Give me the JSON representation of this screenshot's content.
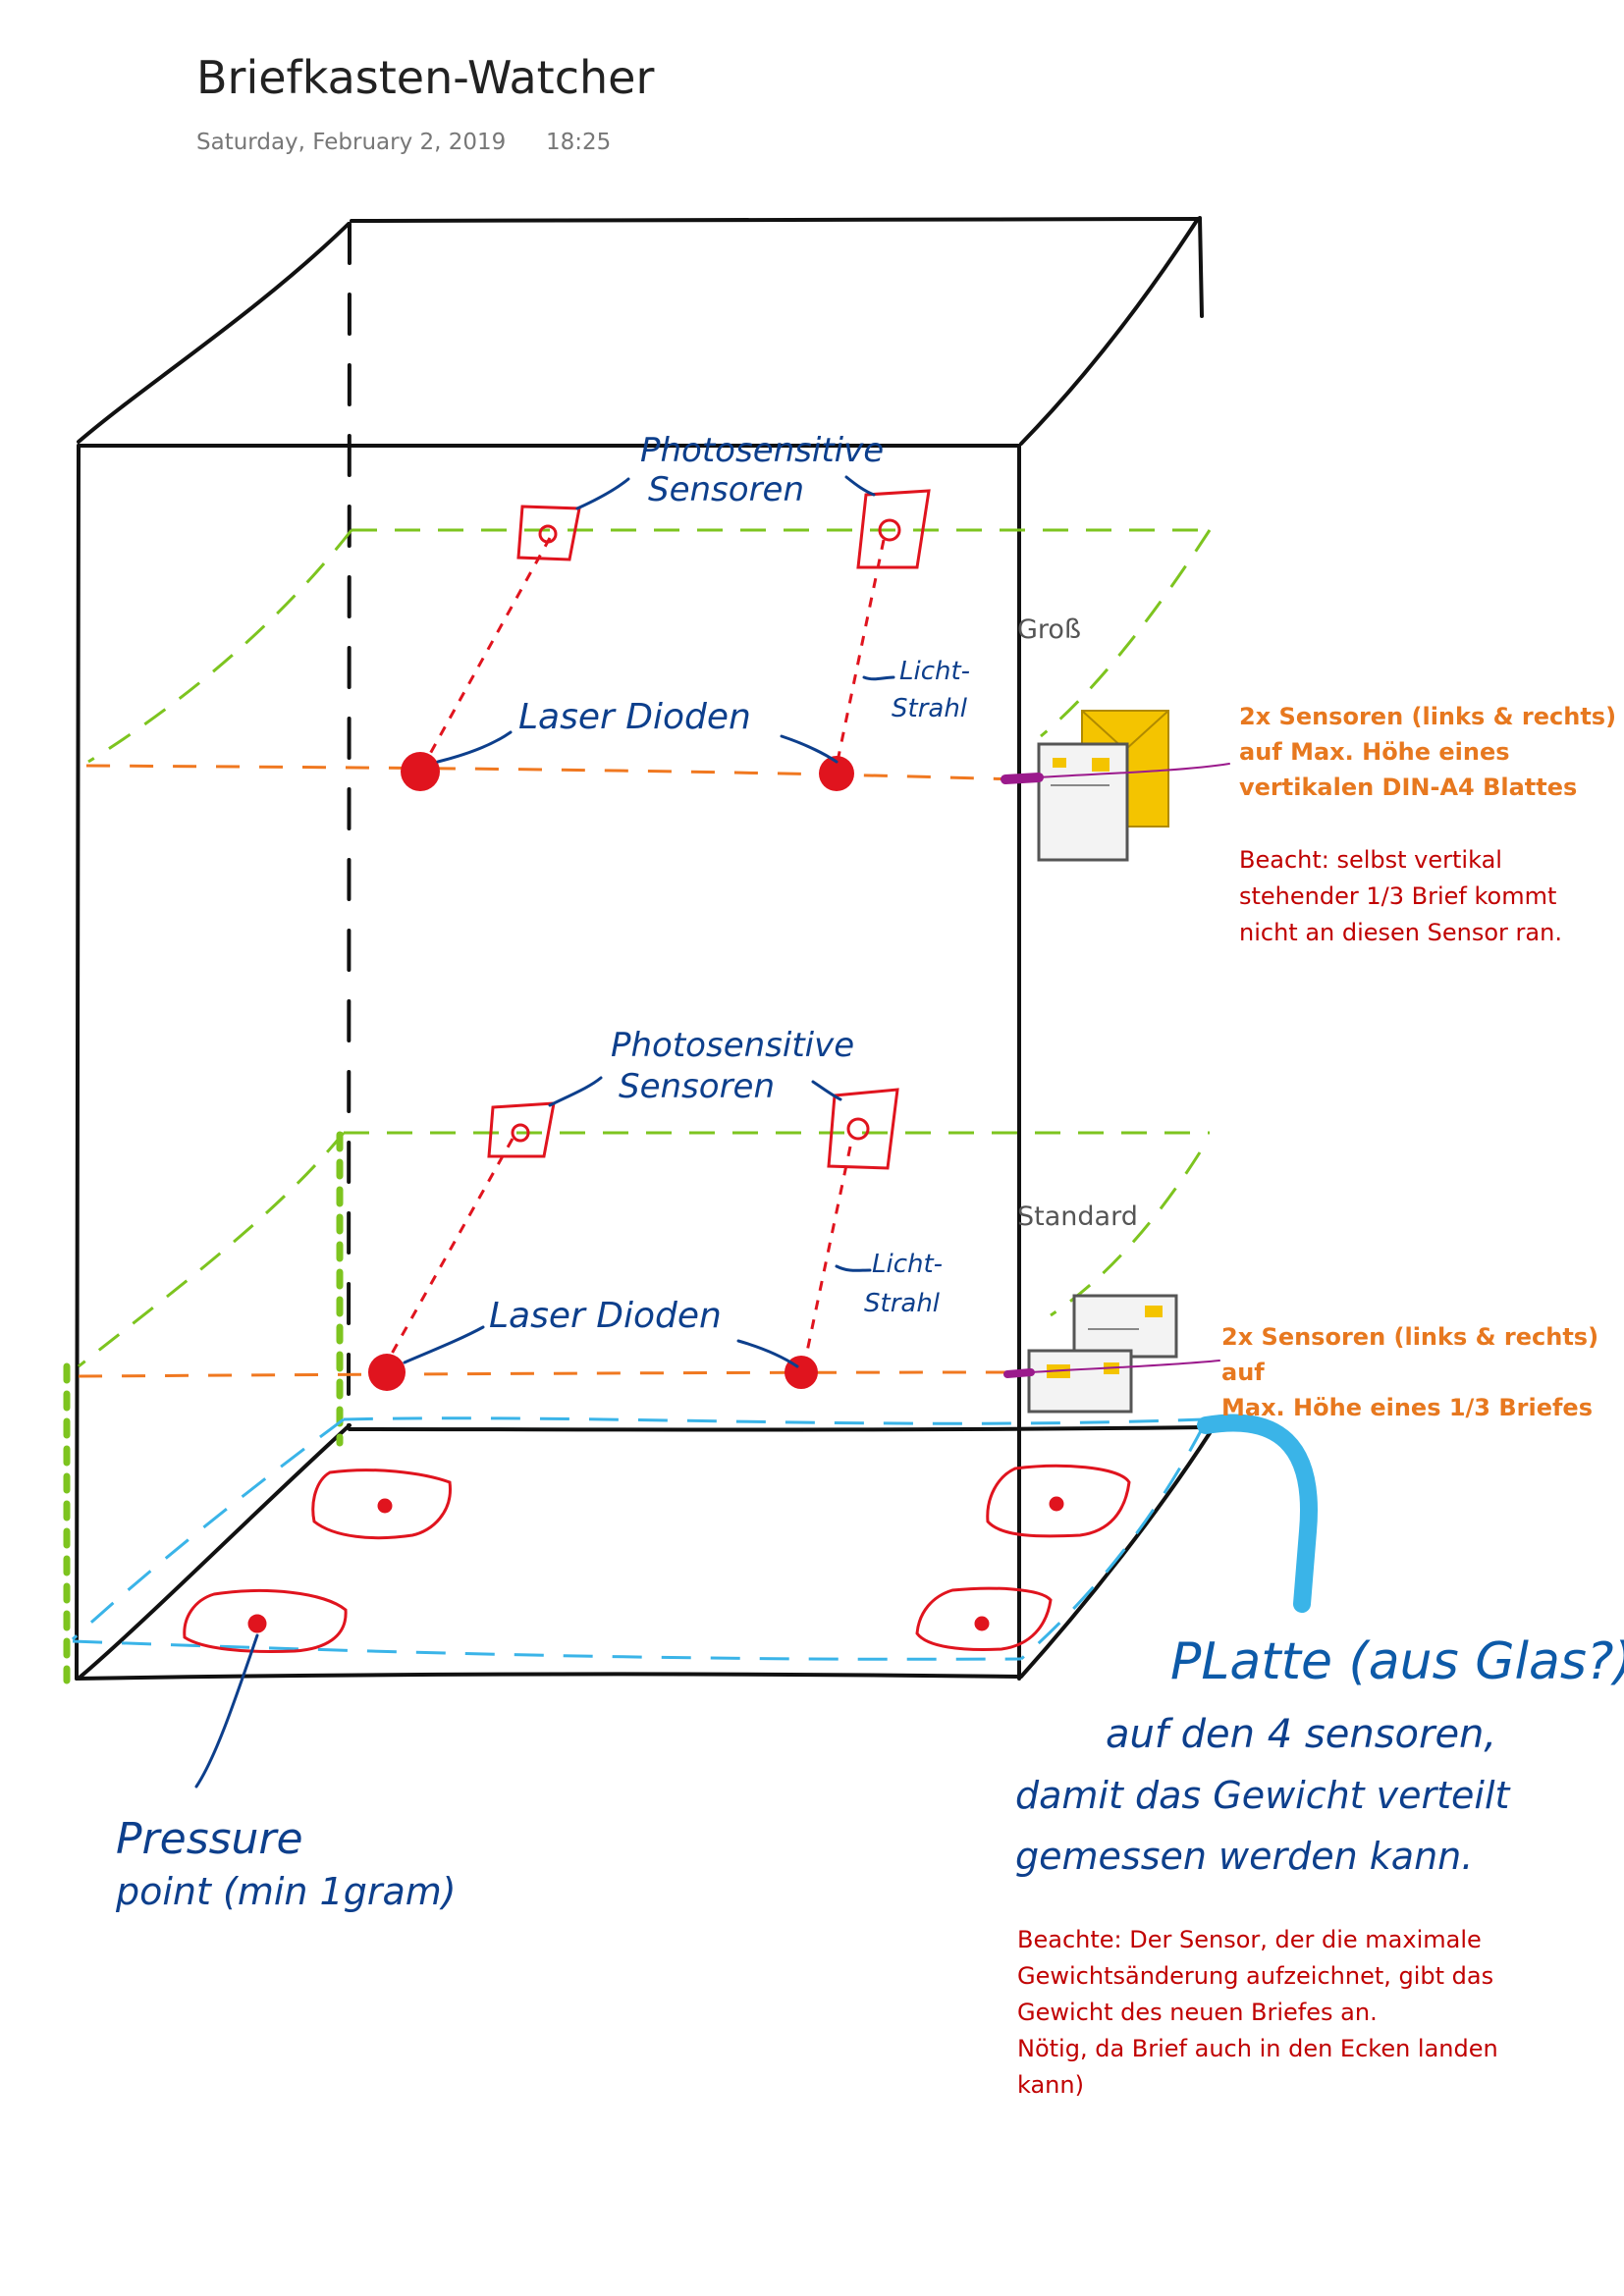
{
  "header": {
    "title": "Briefkasten-Watcher",
    "date": "Saturday, February 2, 2019",
    "time": "18:25"
  },
  "labels": {
    "top_sensors": [
      "Photosensitive",
      "Sensoren"
    ],
    "top_lasers": "Laser Dioden",
    "top_beam": [
      "Licht-",
      "Strahl"
    ],
    "size_large": "Groß",
    "bottom_sensors": [
      "Photosensitive",
      "Sensoren"
    ],
    "bottom_lasers": "Laser Dioden",
    "bottom_beam": [
      "Licht-",
      "Strahl"
    ],
    "size_standard": "Standard",
    "pressure_point": [
      "Pressure",
      "point (min 1gram)"
    ],
    "plate": [
      "PLatte (aus Glas?)",
      "auf den 4 sensoren,",
      "damit das Gewicht verteilt",
      "gemessen werden kann."
    ]
  },
  "notes": {
    "large_sensor": [
      "2x Sensoren (links & rechts)",
      "auf Max. Höhe eines",
      "vertikalen DIN-A4 Blattes"
    ],
    "large_remark": [
      "Beacht: selbst vertikal",
      "stehender 1/3 Brief kommt",
      "nicht an diesen Sensor ran."
    ],
    "standard_sensor": [
      "2x Sensoren (links & rechts) auf",
      "Max. Höhe eines 1/3 Briefes"
    ],
    "weight_remark": [
      "Beachte: Der Sensor, der die maximale",
      "Gewichtsänderung aufzeichnet, gibt das",
      "Gewicht des neuen Briefes an.",
      "Nötig, da Brief auch in den Ecken landen",
      "kann)"
    ]
  },
  "colors": {
    "box_line": "#111111",
    "level_line": "#7dc41f",
    "laser_line": "#f07820",
    "sensor": "#e0141e",
    "plate_outline": "#3ab4e8",
    "handwriting": "#0d3f8c",
    "note_orange": "#e7781f",
    "note_red": "#c00000",
    "pointer": "#9b1a8c",
    "envelope_yellow": "#f4c400"
  },
  "icons": [
    "large-envelope-icon",
    "standard-envelope-icon"
  ]
}
